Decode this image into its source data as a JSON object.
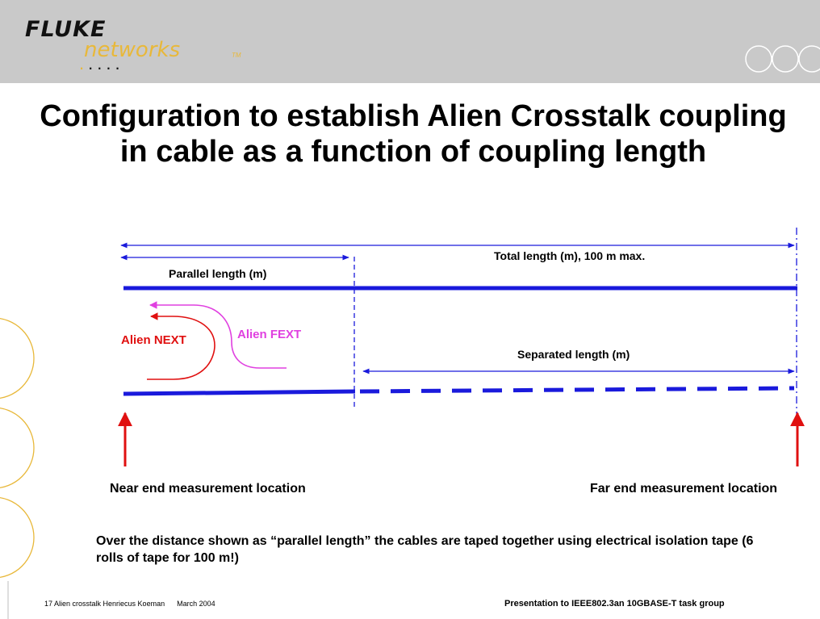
{
  "logo": {
    "brand": "FLUKE",
    "sub": "networks",
    "tm": "TM"
  },
  "slide": {
    "title": "Configuration to establish Alien Crosstalk coupling in cable as a function of coupling length"
  },
  "diagram": {
    "total_label": "Total length (m), 100 m max.",
    "parallel_label": "Parallel length (m)",
    "separated_label": "Separated length (m)",
    "alien_next_label": "Alien NEXT",
    "alien_fext_label": "Alien FEXT",
    "near_end_label": "Near end measurement location",
    "far_end_label": "Far end measurement location"
  },
  "note": "Over the distance shown as “parallel length” the cables are taped together using electrical isolation tape (6 rolls of tape for 100 m!)",
  "footer": {
    "left": "17 Alien crosstalk Henriecus Koeman      March 2004",
    "right": "Presentation to IEEE802.3an 10GBASE-T task group"
  },
  "colors": {
    "header_bg": "#c9c9c9",
    "cable": "#1a1adc",
    "arrow_red": "#e01010",
    "fext_magenta": "#e040e0",
    "accent_gold": "#e8b83a"
  }
}
